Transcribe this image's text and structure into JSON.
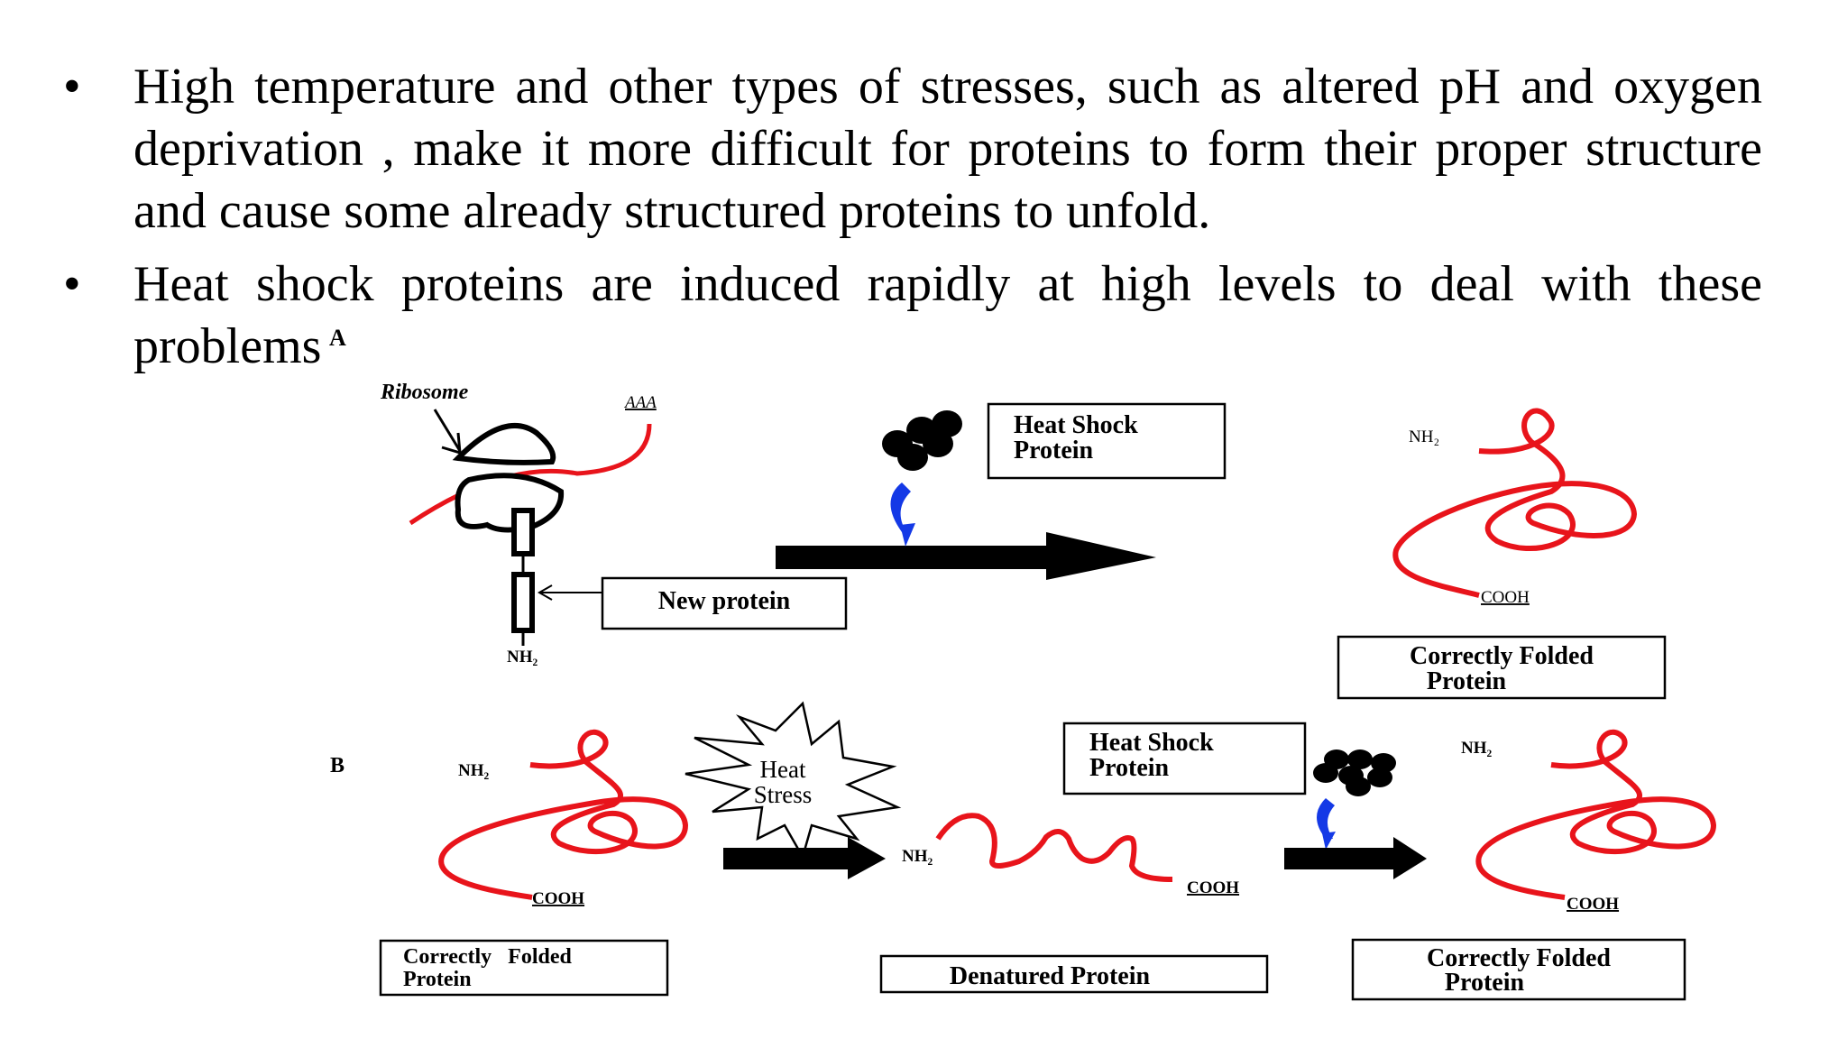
{
  "bullets": [
    {
      "symbol": "•",
      "text": "High temperature and other types of stresses, such as altered pH and oxygen deprivation , make it more difficult for proteins to form their proper structure and cause some already structured proteins to unfold."
    },
    {
      "symbol": "•",
      "text": "Heat shock proteins are induced rapidly at high levels to deal with these problems"
    }
  ],
  "figure": {
    "panel_a": {
      "panel_label": "A",
      "ribosome_label": "Ribosome",
      "mrna_label": "AAA",
      "new_protein_box": "New protein",
      "nascent_nh2": "NH₂",
      "hsp_box": [
        "Heat Shock",
        "Protein"
      ],
      "folded_nh2": "NH₂",
      "folded_cooh": "COOH",
      "folded_box": [
        "Correctly Folded",
        "Protein"
      ]
    },
    "panel_b": {
      "panel_label": "B",
      "left_nh2": "NH₂",
      "left_cooh": "COOH",
      "left_box": [
        "Correctly   Folded",
        "Protein"
      ],
      "stress_burst": [
        "Heat",
        "Stress"
      ],
      "denatured_nh2": "NH₂",
      "denatured_cooh": "COOH",
      "denatured_box": "Denatured Protein",
      "hsp_box": [
        "Heat Shock",
        "Protein"
      ],
      "right_nh2": "NH₂",
      "right_cooh": "COOH",
      "right_box": [
        "Correctly Folded",
        "Protein"
      ]
    },
    "colors": {
      "protein_chain": "#e8141b",
      "chaperone_arrow": "#1439e6",
      "chaperone_complex": "#000000",
      "process_arrow": "#000000"
    }
  }
}
